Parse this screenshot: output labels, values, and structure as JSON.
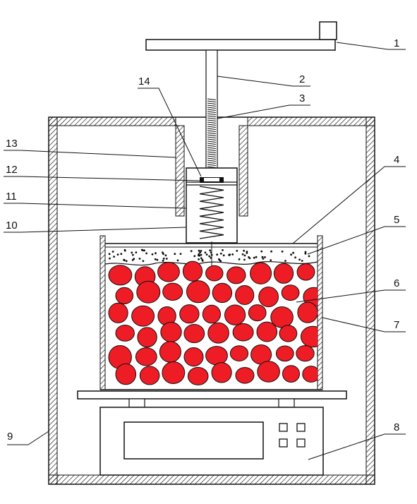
{
  "labels": [
    {
      "id": "1",
      "text": "1"
    },
    {
      "id": "2",
      "text": "2"
    },
    {
      "id": "3",
      "text": "3"
    },
    {
      "id": "4",
      "text": "4"
    },
    {
      "id": "5",
      "text": "5"
    },
    {
      "id": "6",
      "text": "6"
    },
    {
      "id": "7",
      "text": "7"
    },
    {
      "id": "8",
      "text": "8"
    },
    {
      "id": "9",
      "text": "9"
    },
    {
      "id": "10",
      "text": "10"
    },
    {
      "id": "11",
      "text": "11"
    },
    {
      "id": "12",
      "text": "12"
    },
    {
      "id": "13",
      "text": "13"
    },
    {
      "id": "14",
      "text": "14"
    }
  ],
  "colors": {
    "line": "#111111",
    "particle_fill": "#ee1c24",
    "background": "#ffffff"
  }
}
